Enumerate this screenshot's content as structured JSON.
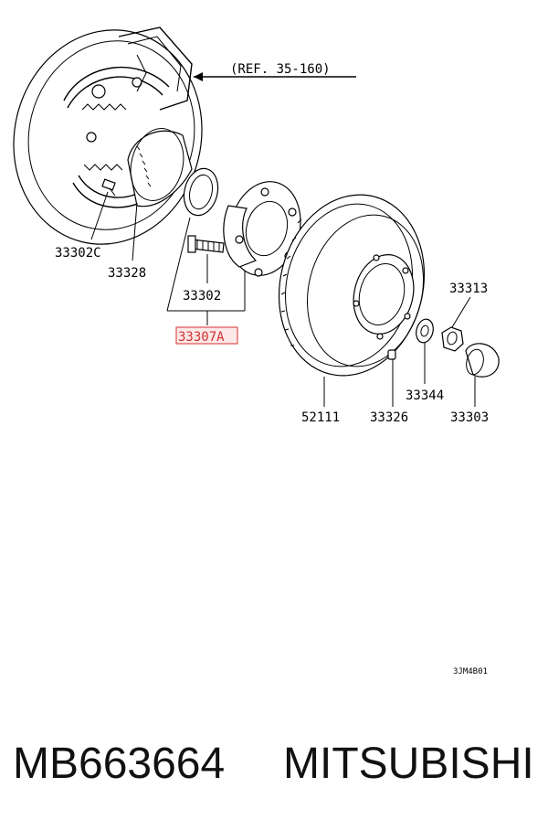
{
  "diagram": {
    "reference": "(REF. 35-160)",
    "drawing_code": "3JM4B01",
    "highlight_color": "#e05050",
    "parts": [
      {
        "number": "33302C"
      },
      {
        "number": "33328"
      },
      {
        "number": "33302"
      },
      {
        "number": "33307A",
        "highlighted": true
      },
      {
        "number": "33313"
      },
      {
        "number": "33344"
      },
      {
        "number": "52111"
      },
      {
        "number": "33326"
      },
      {
        "number": "33303"
      }
    ]
  },
  "footer": {
    "part_number": "MB663664",
    "brand": "MITSUBISHI"
  }
}
